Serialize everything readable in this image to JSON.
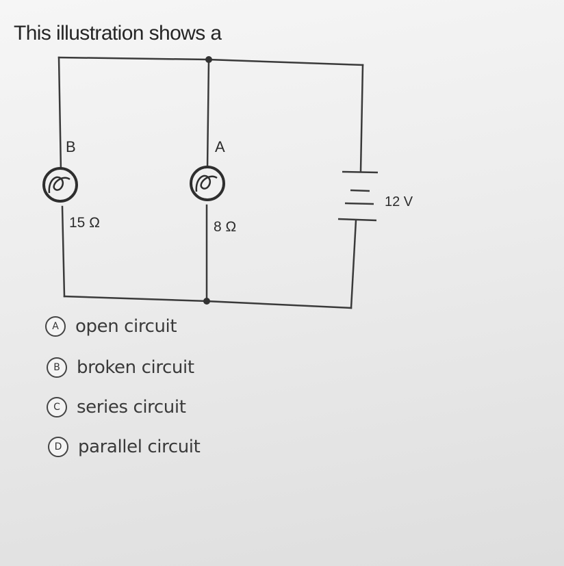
{
  "question": {
    "prompt": "This illustration shows a"
  },
  "circuit": {
    "bulb_b": {
      "label": "B",
      "resistance": "15 Ω"
    },
    "bulb_a": {
      "label": "A",
      "resistance": "8 Ω"
    },
    "battery": {
      "voltage": "12 V"
    }
  },
  "options": [
    {
      "letter": "A",
      "text": "open circuit"
    },
    {
      "letter": "B",
      "text": "broken circuit"
    },
    {
      "letter": "C",
      "text": "series circuit"
    },
    {
      "letter": "D",
      "text": "parallel circuit"
    }
  ]
}
